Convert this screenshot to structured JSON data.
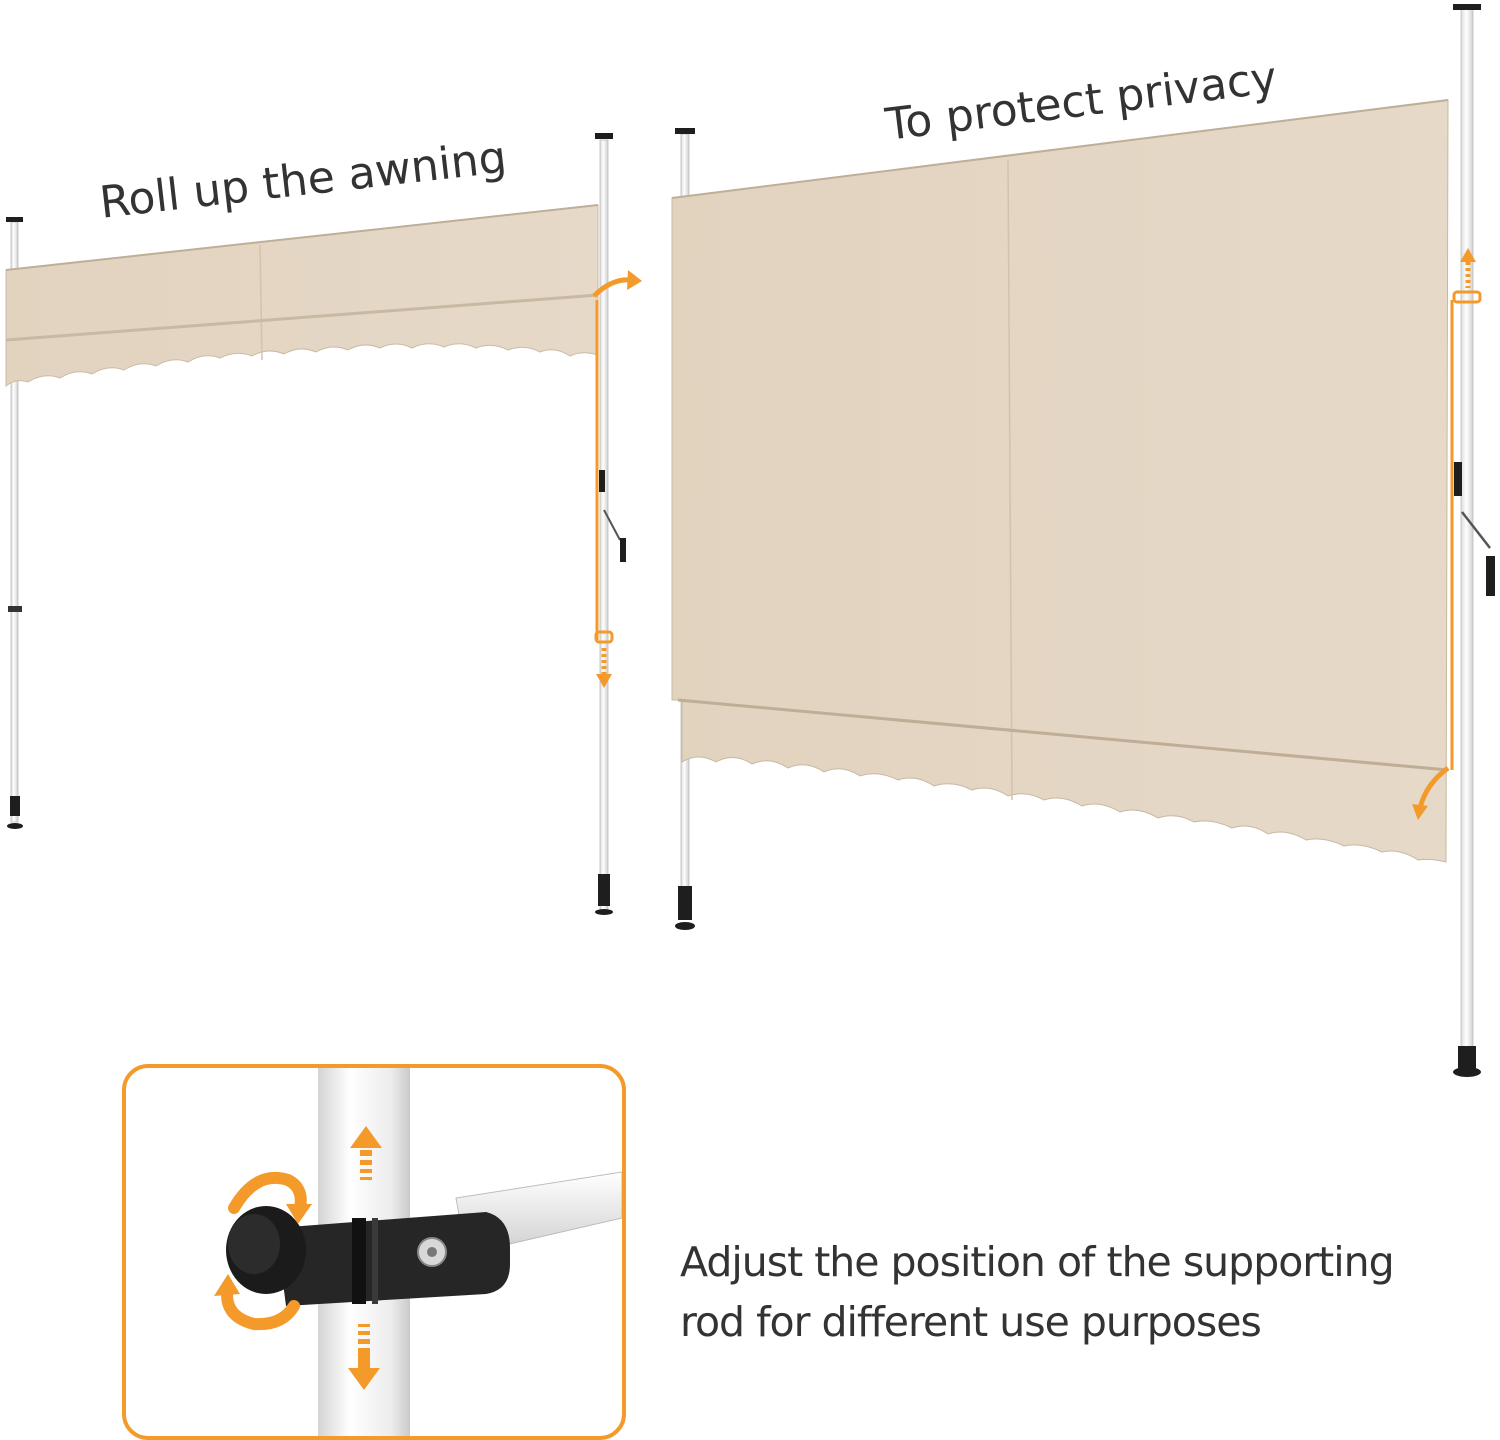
{
  "captions": {
    "roll_up": "Roll up the awning",
    "protect_privacy": "To protect privacy",
    "adjust_line1": "Adjust the position of the supporting",
    "adjust_line2": "rod for different use purposes"
  },
  "colors": {
    "fabric": "#e4d6c4",
    "fabric_shade": "#d8c8b3",
    "pole": "#f4f4f4",
    "accent": "#f39a2b",
    "dark": "#1e1e1e",
    "text": "#333333"
  },
  "icons": [
    "rotate-arrows-icon",
    "arrow-up-icon",
    "arrow-down-icon",
    "curved-arrow-icon"
  ]
}
